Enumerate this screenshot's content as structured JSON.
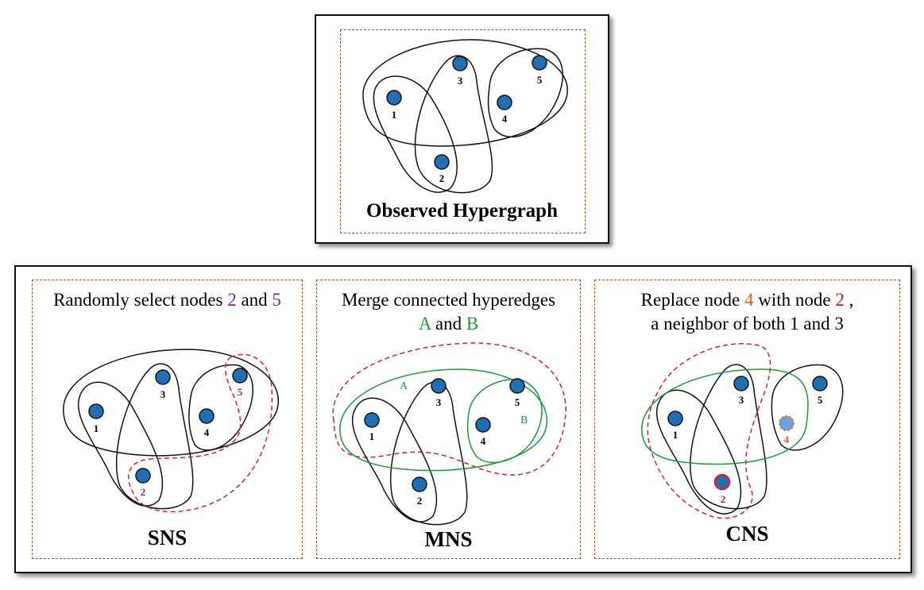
{
  "top": {
    "title": "Observed Hypergraph",
    "nodes": [
      "1",
      "2",
      "3",
      "4",
      "5"
    ]
  },
  "sns": {
    "caption_pre": "Randomly select nodes ",
    "caption_n1": "2",
    "caption_mid": " and ",
    "caption_n2": "5",
    "title": "SNS",
    "nodes": [
      "1",
      "2",
      "3",
      "4",
      "5"
    ]
  },
  "mns": {
    "caption_line1": "Merge connected hyperedges",
    "caption_a": "A",
    "caption_and": " and ",
    "caption_b": "B",
    "edge_a": "A",
    "edge_b": "B",
    "title": "MNS",
    "nodes": [
      "1",
      "2",
      "3",
      "4",
      "5"
    ]
  },
  "cns": {
    "caption_pre": "Replace node ",
    "caption_n1": "4",
    "caption_mid": " with node ",
    "caption_n2": "2",
    "caption_post": " ,",
    "caption_line2": "a neighbor of both 1 and 3",
    "title": "CNS",
    "nodes": [
      "1",
      "2",
      "3",
      "4",
      "5"
    ]
  },
  "colors": {
    "node_fill": "#1f6fb2",
    "edge": "#111111",
    "green": "#1a9a3a",
    "red_dash": "#d9202a",
    "frame_dash": "#a0522d",
    "purple": "#7b2a8a",
    "orange": "#e0601a"
  }
}
